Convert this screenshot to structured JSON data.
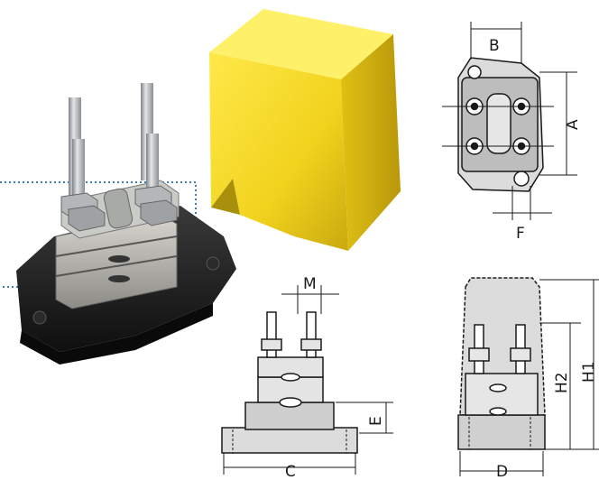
{
  "labels": {
    "A": "A",
    "B": "B",
    "C": "C",
    "D": "D",
    "E": "E",
    "F": "F",
    "M": "M",
    "H1": "H1",
    "H2": "H2"
  },
  "colors": {
    "cover_yellow": "#f2d31f",
    "base_black": "#1c1c1c",
    "metal_silver": "#b8bcc0",
    "drawing_fill": "#dcdcdc",
    "callout_dots": "#3a7db8"
  }
}
